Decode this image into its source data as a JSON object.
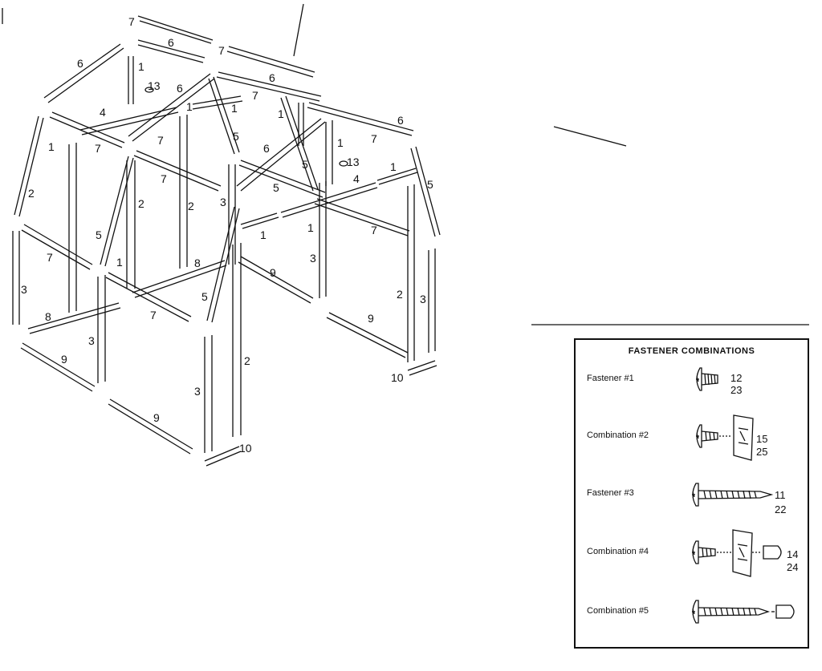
{
  "diagram": {
    "part_labels": [
      {
        "id": "l1",
        "text": "7"
      },
      {
        "id": "l2",
        "text": "6"
      },
      {
        "id": "l3",
        "text": "7"
      },
      {
        "id": "l4",
        "text": "6"
      },
      {
        "id": "l5",
        "text": "1"
      },
      {
        "id": "l6",
        "text": "13"
      },
      {
        "id": "l7",
        "text": "6"
      },
      {
        "id": "l8",
        "text": "6"
      },
      {
        "id": "l9",
        "text": "7"
      },
      {
        "id": "l10",
        "text": "1"
      },
      {
        "id": "l11",
        "text": "4"
      },
      {
        "id": "l12",
        "text": "1"
      },
      {
        "id": "l13",
        "text": "1"
      },
      {
        "id": "l14",
        "text": "7"
      },
      {
        "id": "l15",
        "text": "5"
      },
      {
        "id": "l16",
        "text": "6"
      },
      {
        "id": "l17",
        "text": "1"
      },
      {
        "id": "l18",
        "text": "7"
      },
      {
        "id": "l19",
        "text": "1"
      },
      {
        "id": "l20",
        "text": "6"
      },
      {
        "id": "l21",
        "text": "13"
      },
      {
        "id": "l22",
        "text": "5"
      },
      {
        "id": "l23",
        "text": "7"
      },
      {
        "id": "l24",
        "text": "4"
      },
      {
        "id": "l25",
        "text": "1"
      },
      {
        "id": "l26",
        "text": "5"
      },
      {
        "id": "l27",
        "text": "2"
      },
      {
        "id": "l28",
        "text": "2"
      },
      {
        "id": "l29",
        "text": "2"
      },
      {
        "id": "l30",
        "text": "3"
      },
      {
        "id": "l31",
        "text": "7"
      },
      {
        "id": "l32",
        "text": "1"
      },
      {
        "id": "l33",
        "text": "1"
      },
      {
        "id": "l34",
        "text": "7"
      },
      {
        "id": "l35",
        "text": "5"
      },
      {
        "id": "l36",
        "text": "5"
      },
      {
        "id": "l37",
        "text": "7"
      },
      {
        "id": "l38",
        "text": "1"
      },
      {
        "id": "l39",
        "text": "8"
      },
      {
        "id": "l40",
        "text": "3"
      },
      {
        "id": "l41",
        "text": "9"
      },
      {
        "id": "l42",
        "text": "5"
      },
      {
        "id": "l43",
        "text": "3"
      },
      {
        "id": "l44",
        "text": "2"
      },
      {
        "id": "l45",
        "text": "3"
      },
      {
        "id": "l46",
        "text": "8"
      },
      {
        "id": "l47",
        "text": "7"
      },
      {
        "id": "l48",
        "text": "9"
      },
      {
        "id": "l49",
        "text": "3"
      },
      {
        "id": "l50",
        "text": "9"
      },
      {
        "id": "l51",
        "text": "2"
      },
      {
        "id": "l52",
        "text": "10"
      },
      {
        "id": "l53",
        "text": "3"
      },
      {
        "id": "l54",
        "text": "9"
      },
      {
        "id": "l55",
        "text": "10"
      }
    ]
  },
  "fasteners": {
    "title": "FASTENER COMBINATIONS",
    "rows": [
      {
        "label": "Fastener #1",
        "codes": [
          "12",
          "23"
        ]
      },
      {
        "label": "Combination #2",
        "codes": [
          "15",
          "25"
        ]
      },
      {
        "label": "Fastener #3",
        "codes": [
          "11",
          "22"
        ]
      },
      {
        "label": "Combination #4",
        "codes": [
          "14",
          "24"
        ]
      },
      {
        "label": "Combination #5",
        "codes": []
      }
    ]
  }
}
